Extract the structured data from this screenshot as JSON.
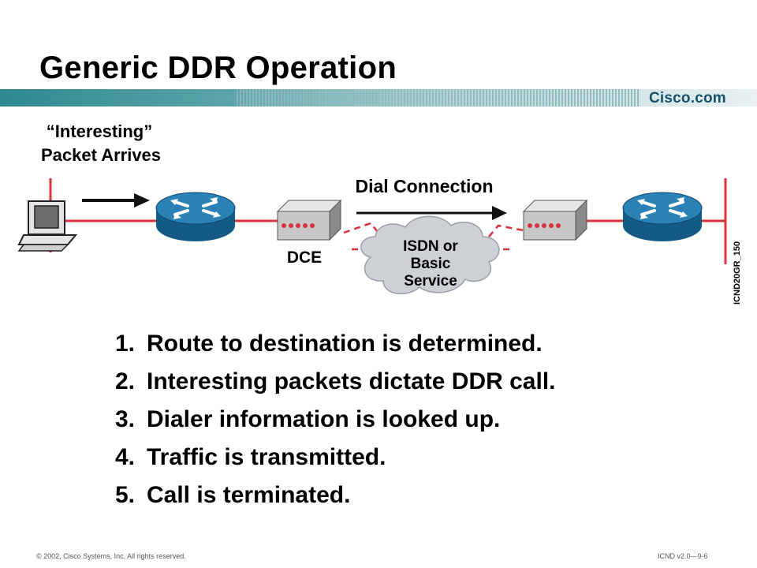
{
  "slide": {
    "title": "Generic DDR Operation",
    "brand": "Cisco.com"
  },
  "diagram": {
    "interesting_label_line1": "“Interesting”",
    "interesting_label_line2": "Packet Arrives",
    "dial_connection_label": "Dial Connection",
    "dce_label": "DCE",
    "cloud_line1": "ISDN or",
    "cloud_line2": "Basic",
    "cloud_line3": "Service",
    "figure_id": "ICND20GR_150",
    "colors": {
      "link_line": "#d9323c",
      "router_blue": "#1b6e9e",
      "band_teal": "#3b8b93",
      "cloud": "#c9ccd0"
    }
  },
  "steps": [
    {
      "num": "1.",
      "text": "Route to destination is determined."
    },
    {
      "num": "2.",
      "text": "Interesting packets dictate DDR call."
    },
    {
      "num": "3.",
      "text": "Dialer information is looked up."
    },
    {
      "num": "4.",
      "text": "Traffic is transmitted."
    },
    {
      "num": "5.",
      "text": "Call is terminated."
    }
  ],
  "footer": {
    "copyright": "© 2002, Cisco Systems, Inc. All rights reserved.",
    "course": "ICND v2.0—9-6"
  }
}
